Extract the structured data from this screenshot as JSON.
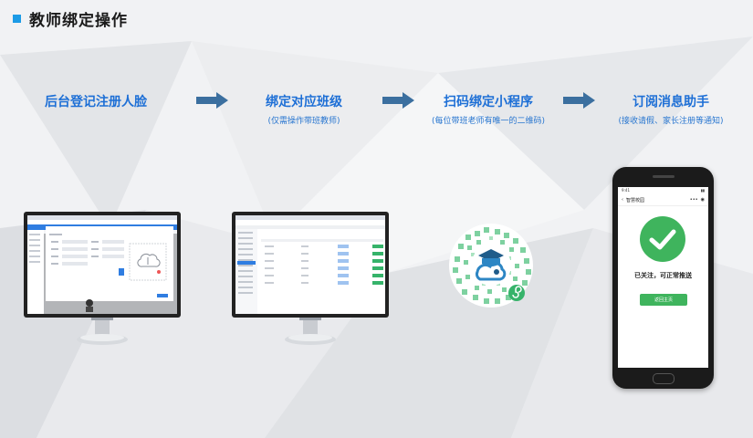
{
  "page_title": "教师绑定操作",
  "steps": [
    {
      "title": "后台登记注册人脸",
      "subtitle": ""
    },
    {
      "title": "绑定对应班级",
      "subtitle": "(仅需操作带班教师)"
    },
    {
      "title": "扫码绑定小程序",
      "subtitle": "(每位带班老师有唯一的二维码)"
    },
    {
      "title": "订阅消息助手",
      "subtitle": "(接收请假、家长注册等通知)"
    }
  ],
  "phone": {
    "status_time": "9:41",
    "nav_title": "智慧校园",
    "success_message": "已关注，可正常推送",
    "button_label": "返回主页"
  },
  "colors": {
    "step_title": "#1d6fd6",
    "arrow": "#3b6f9f",
    "success": "#3fb45d",
    "title_square": "#1c9be6"
  },
  "icons": [
    "check-icon",
    "cloud-upload-icon",
    "graduation-cap-icon",
    "miniprogram-icon",
    "arrow-right-icon"
  ]
}
